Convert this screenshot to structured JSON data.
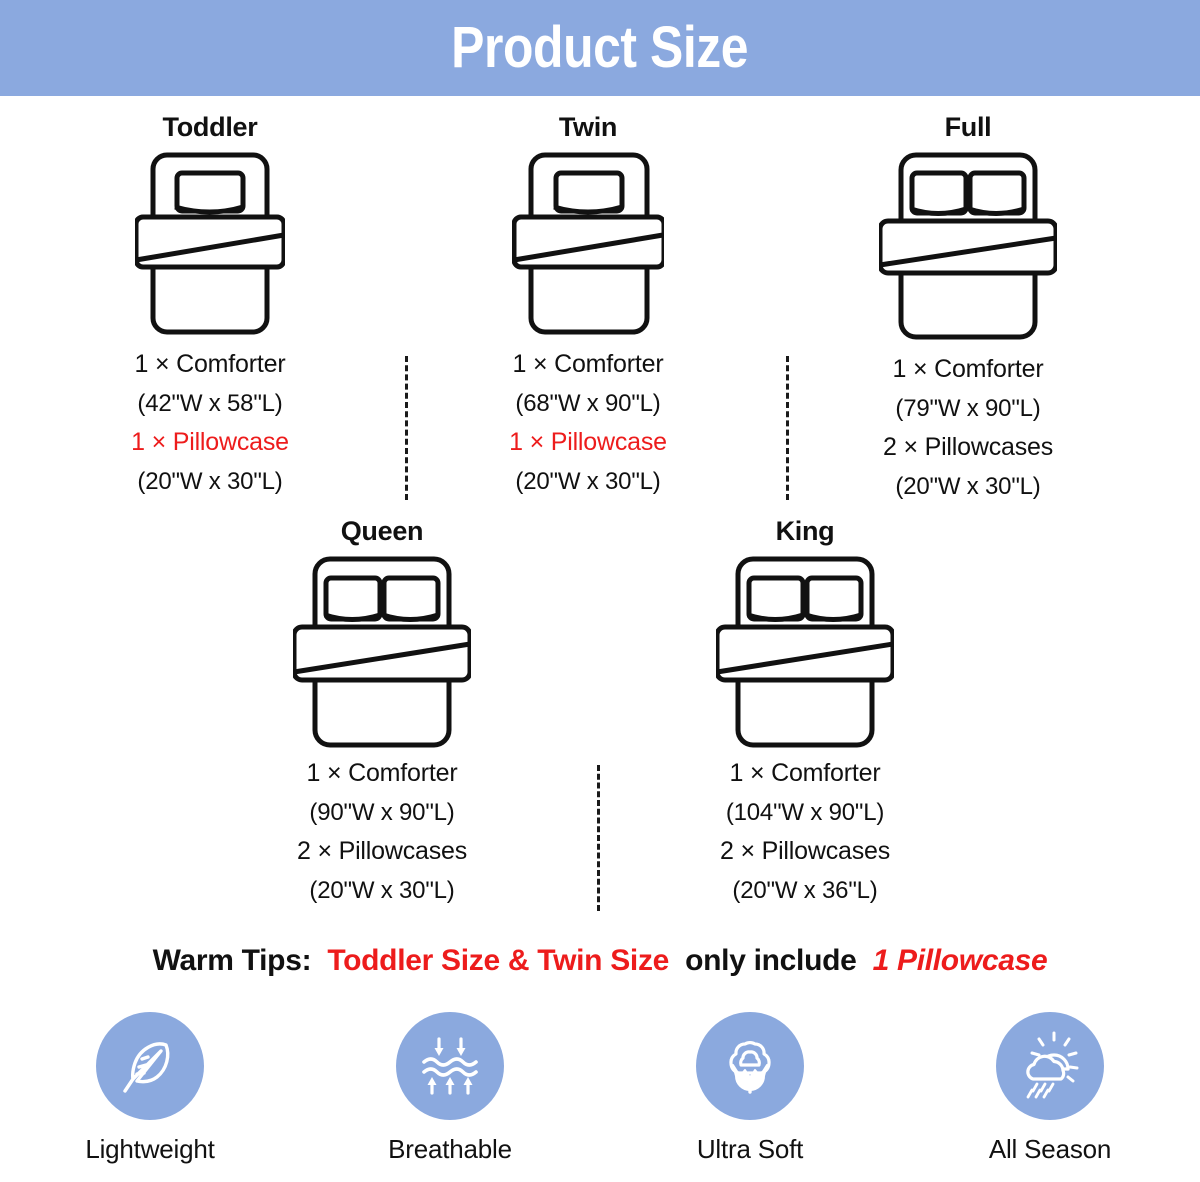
{
  "header": {
    "title": "Product Size"
  },
  "colors": {
    "banner_blue": "#8BA9DF",
    "icon_blue": "#8BA9DE",
    "accent_red": "#ED1C1C",
    "text_black": "#111111"
  },
  "sizes": [
    {
      "name": "Toddler",
      "pillows": 1,
      "comforter_qty": "1  ×  Comforter",
      "comforter_dim": "(42\"W x 58\"L)",
      "pillowcase_qty": "1  ×  Pillowcase",
      "pillowcase_dim": "(20\"W x 30\"L)",
      "pillowcase_highlighted": true
    },
    {
      "name": "Twin",
      "pillows": 1,
      "comforter_qty": "1  ×  Comforter",
      "comforter_dim": "(68\"W x 90\"L)",
      "pillowcase_qty": "1  ×  Pillowcase",
      "pillowcase_dim": "(20\"W x 30\"L)",
      "pillowcase_highlighted": true
    },
    {
      "name": "Full",
      "pillows": 2,
      "comforter_qty": "1  ×  Comforter",
      "comforter_dim": "(79\"W x 90\"L)",
      "pillowcase_qty": "2  ×  Pillowcases",
      "pillowcase_dim": "(20\"W x 30\"L)",
      "pillowcase_highlighted": false
    },
    {
      "name": "Queen",
      "pillows": 2,
      "comforter_qty": "1  ×  Comforter",
      "comforter_dim": "(90\"W x 90\"L)",
      "pillowcase_qty": "2  ×  Pillowcases",
      "pillowcase_dim": "(20\"W x 30\"L)",
      "pillowcase_highlighted": false
    },
    {
      "name": "King",
      "pillows": 2,
      "comforter_qty": "1  ×  Comforter",
      "comforter_dim": "(104\"W x 90\"L)",
      "pillowcase_qty": "2  ×  Pillowcases",
      "pillowcase_dim": "(20\"W x 36\"L)",
      "pillowcase_highlighted": false
    }
  ],
  "warm_tips": {
    "label": "Warm Tips:",
    "highlight_1": "Toddler Size & Twin Size",
    "middle": "only include",
    "highlight_2": "1 Pillowcase"
  },
  "features": [
    {
      "label": "Lightweight",
      "icon": "feather-icon"
    },
    {
      "label": "Breathable",
      "icon": "breathable-arrows-icon"
    },
    {
      "label": "Ultra Soft",
      "icon": "cotton-boll-icon"
    },
    {
      "label": "All Season",
      "icon": "sun-cloud-rain-icon"
    }
  ]
}
